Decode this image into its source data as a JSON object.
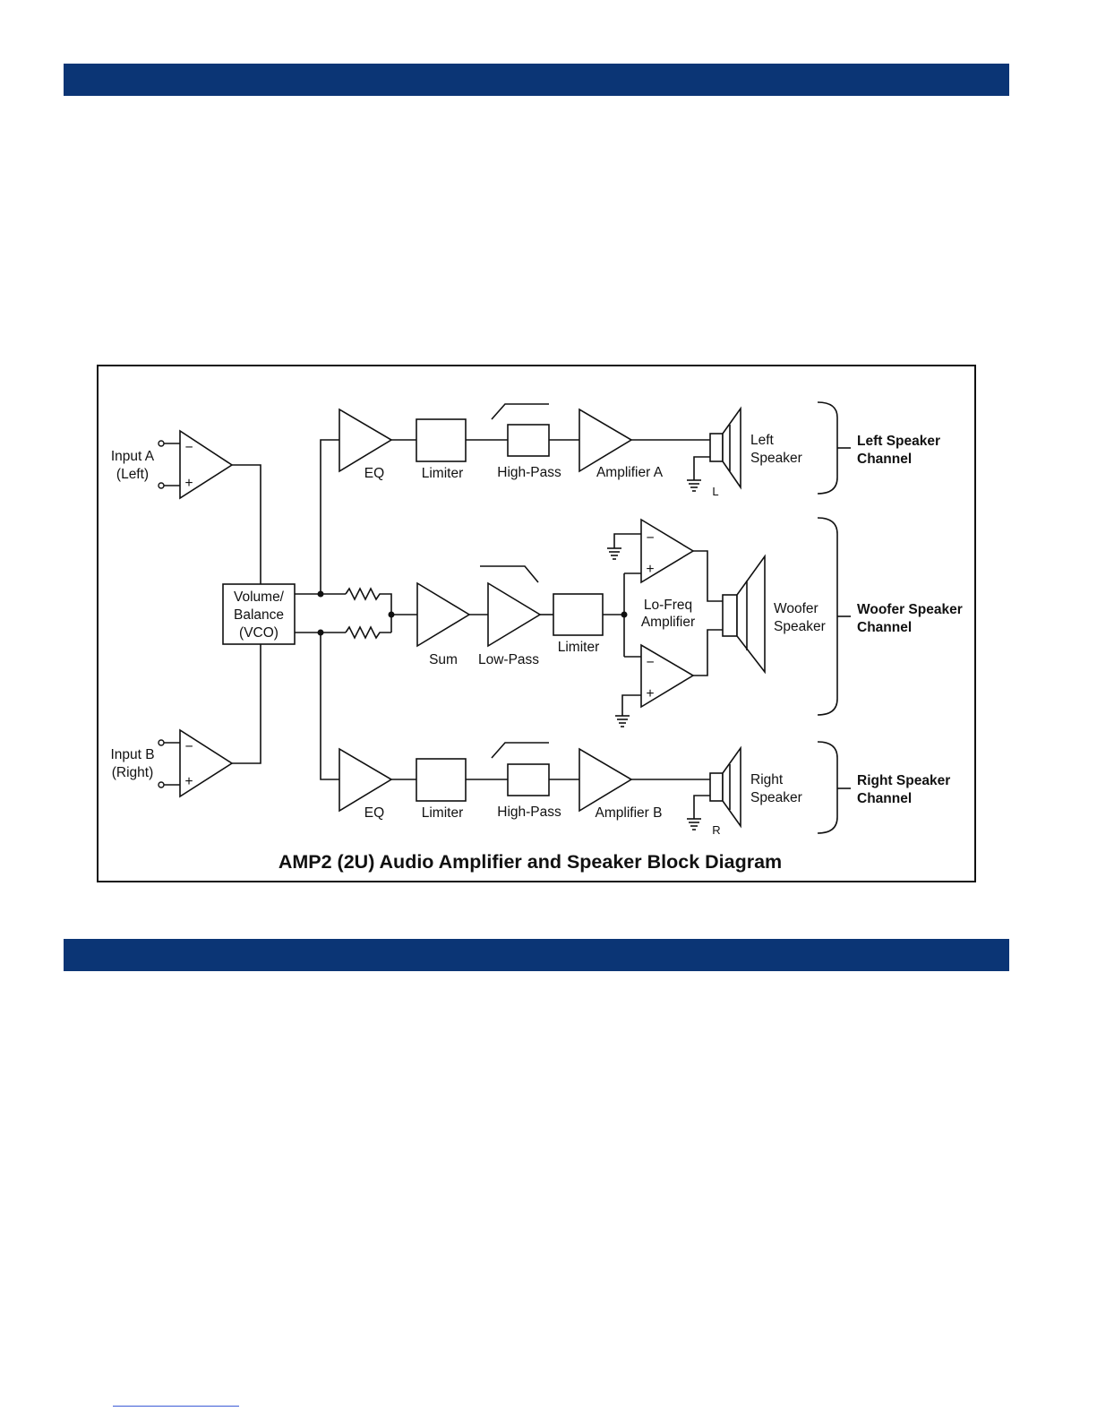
{
  "page": {
    "header_color": "#0b3575",
    "link_underline_color": "#3b5bd6"
  },
  "diagram": {
    "caption": "AMP2 (2U) Audio Amplifier and Speaker Block Diagram",
    "inputs": {
      "a_line1": "Input A",
      "a_line2": "(Left)",
      "b_line1": "Input B",
      "b_line2": "(Right)",
      "minus": "−",
      "plus": "+"
    },
    "volume": {
      "line1": "Volume/",
      "line2": "Balance",
      "line3": "(VCO)"
    },
    "left_chain": {
      "eq": "EQ",
      "limiter": "Limiter",
      "highpass": "High-Pass",
      "amplifier": "Amplifier A",
      "speaker_line1": "Left",
      "speaker_line2": "Speaker",
      "speaker_tag": "L"
    },
    "woofer_chain": {
      "sum": "Sum",
      "lowpass": "Low-Pass",
      "limiter": "Limiter",
      "amp_line1": "Lo-Freq",
      "amp_line2": "Amplifier",
      "speaker_line1": "Woofer",
      "speaker_line2": "Speaker"
    },
    "right_chain": {
      "eq": "EQ",
      "limiter": "Limiter",
      "highpass": "High-Pass",
      "amplifier": "Amplifier B",
      "speaker_line1": "Right",
      "speaker_line2": "Speaker",
      "speaker_tag": "R"
    },
    "channels": {
      "left_line1": "Left Speaker",
      "left_line2": "Channel",
      "woofer_line1": "Woofer Speaker",
      "woofer_line2": "Channel",
      "right_line1": "Right Speaker",
      "right_line2": "Channel"
    }
  }
}
